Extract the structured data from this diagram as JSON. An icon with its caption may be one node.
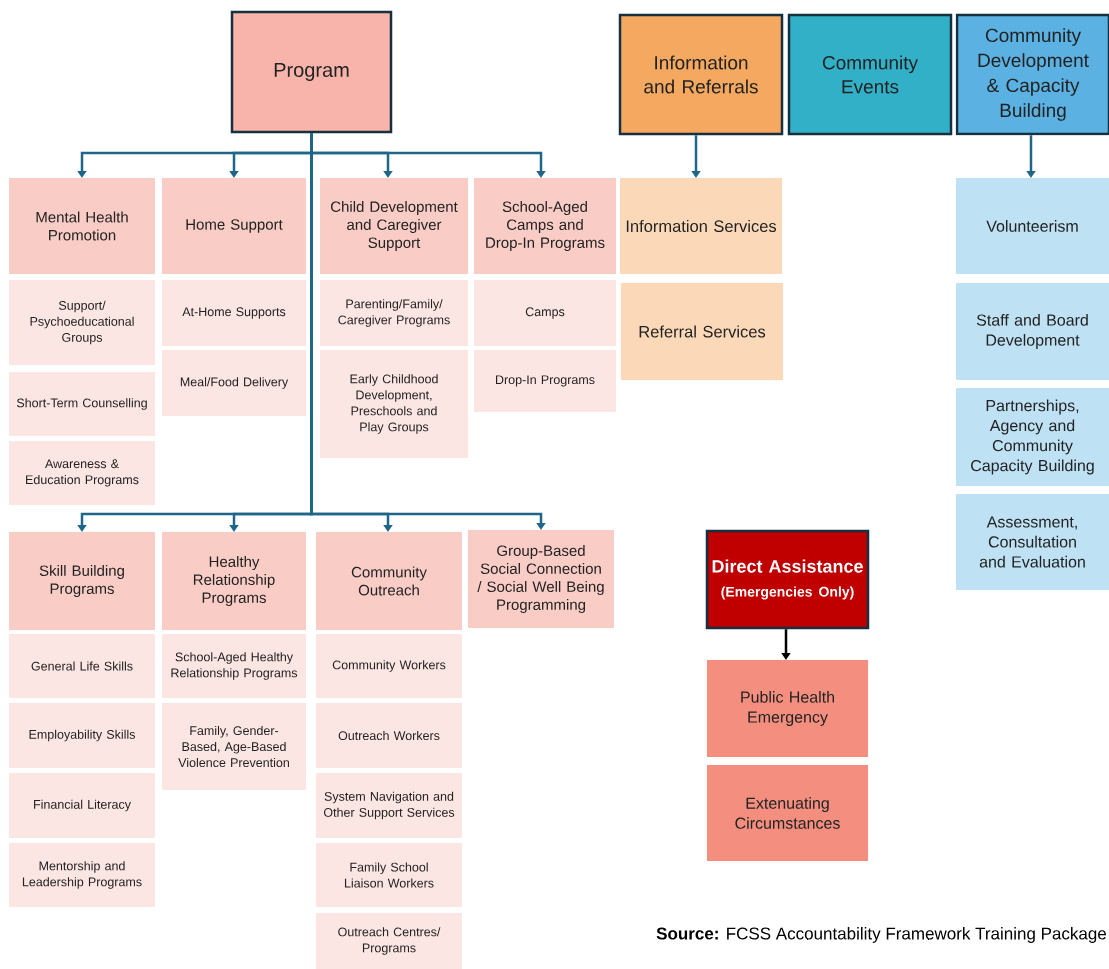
{
  "diagram": {
    "caption": "**Source:** FCSS Accountability Framework Training Package",
    "nodes": [
      {
        "text": [
          "Program"
        ]
      },
      {
        "text": [
          "Mental Health Promotion"
        ]
      },
      {
        "text": [
          "Support/ Psychoeducational Groups"
        ]
      },
      {
        "text": [
          "Short-Term Counselling"
        ]
      },
      {
        "text": [
          "Awareness & Education Programs"
        ]
      },
      {
        "text": [
          "Home Support"
        ]
      },
      {
        "text": [
          "At-Home Supports"
        ]
      },
      {
        "text": [
          "Meal/Food Delivery"
        ]
      },
      {
        "text": [
          "Child Development and Caregiver Support"
        ]
      },
      {
        "text": [
          "Parenting/Family/ Caregiver Programs"
        ]
      },
      {
        "text": [
          "Early Childhood Development, Preschools and Play Groups"
        ]
      },
      {
        "text": [
          "School-Aged Camps and Drop-In Programs"
        ]
      },
      {
        "text": [
          "Camps"
        ]
      },
      {
        "text": [
          "Drop-In Programs"
        ]
      },
      {
        "text": [
          "Skill Building Programs"
        ]
      },
      {
        "text": [
          "General Life Skills"
        ]
      },
      {
        "text": [
          "Employability Skills"
        ]
      },
      {
        "text": [
          "Financial Literacy"
        ]
      },
      {
        "text": [
          "Mentorship and Leadership Programs"
        ]
      },
      {
        "text": [
          "Healthy Relationship Programs"
        ]
      },
      {
        "text": [
          "School-Aged Healthy Relationship Programs"
        ]
      },
      {
        "text": [
          "Family, Gender-Based, Age-Based Violence  Prevention"
        ]
      },
      {
        "text": [
          "Community Outreach"
        ]
      },
      {
        "text": [
          "Community Workers"
        ]
      },
      {
        "text": [
          "Outreach Workers"
        ]
      },
      {
        "text": [
          "System Navigation and Other Support Services"
        ]
      },
      {
        "text": [
          "Family School Liaison Workers"
        ]
      },
      {
        "text": [
          "Outreach Centres/ Programs"
        ]
      },
      {
        "text": [
          "Group-Based Social Connection / Social Well Being Programming"
        ]
      },
      {
        "text": [
          "Information and Referrals"
        ]
      },
      {
        "text": [
          "Information Services"
        ]
      },
      {
        "text": [
          "Referral Services"
        ]
      },
      {
        "text": [
          "Community Events"
        ]
      },
      {
        "text": [
          "Community Development & Capacity Building"
        ]
      },
      {
        "text": [
          "Volunteerism"
        ]
      },
      {
        "text": [
          "Staff and Board Development"
        ]
      },
      {
        "text": [
          "Partnerships, Agency and Community Capacity Building"
        ]
      },
      {
        "text": [
          "Assessment, Consultation and Evaluation"
        ]
      },
      {
        "text": [
          "Direct Assistance",
          "(Emergencies Only)"
        ]
      },
      {
        "text": [
          "Public Health Emergency"
        ]
      },
      {
        "text": [
          "Extenuating Circumstances"
        ]
      }
    ],
    "edges": [
      {
        "from": 0,
        "to": 1,
        "arrow": "to"
      },
      {
        "from": 0,
        "to": 5,
        "arrow": "to"
      },
      {
        "from": 0,
        "to": 8,
        "arrow": "to"
      },
      {
        "from": 0,
        "to": 11,
        "arrow": "to"
      },
      {
        "from": 0,
        "to": 14,
        "arrow": "to"
      },
      {
        "from": 0,
        "to": 19,
        "arrow": "to"
      },
      {
        "from": 0,
        "to": 22,
        "arrow": "to"
      },
      {
        "from": 0,
        "to": 28,
        "arrow": "to"
      },
      {
        "from": 29,
        "to": 30,
        "arrow": "to"
      },
      {
        "from": 33,
        "to": 34,
        "arrow": "to"
      },
      {
        "from": 38,
        "to": 39,
        "arrow": "to",
        "color": "#000000"
      }
    ]
  }
}
